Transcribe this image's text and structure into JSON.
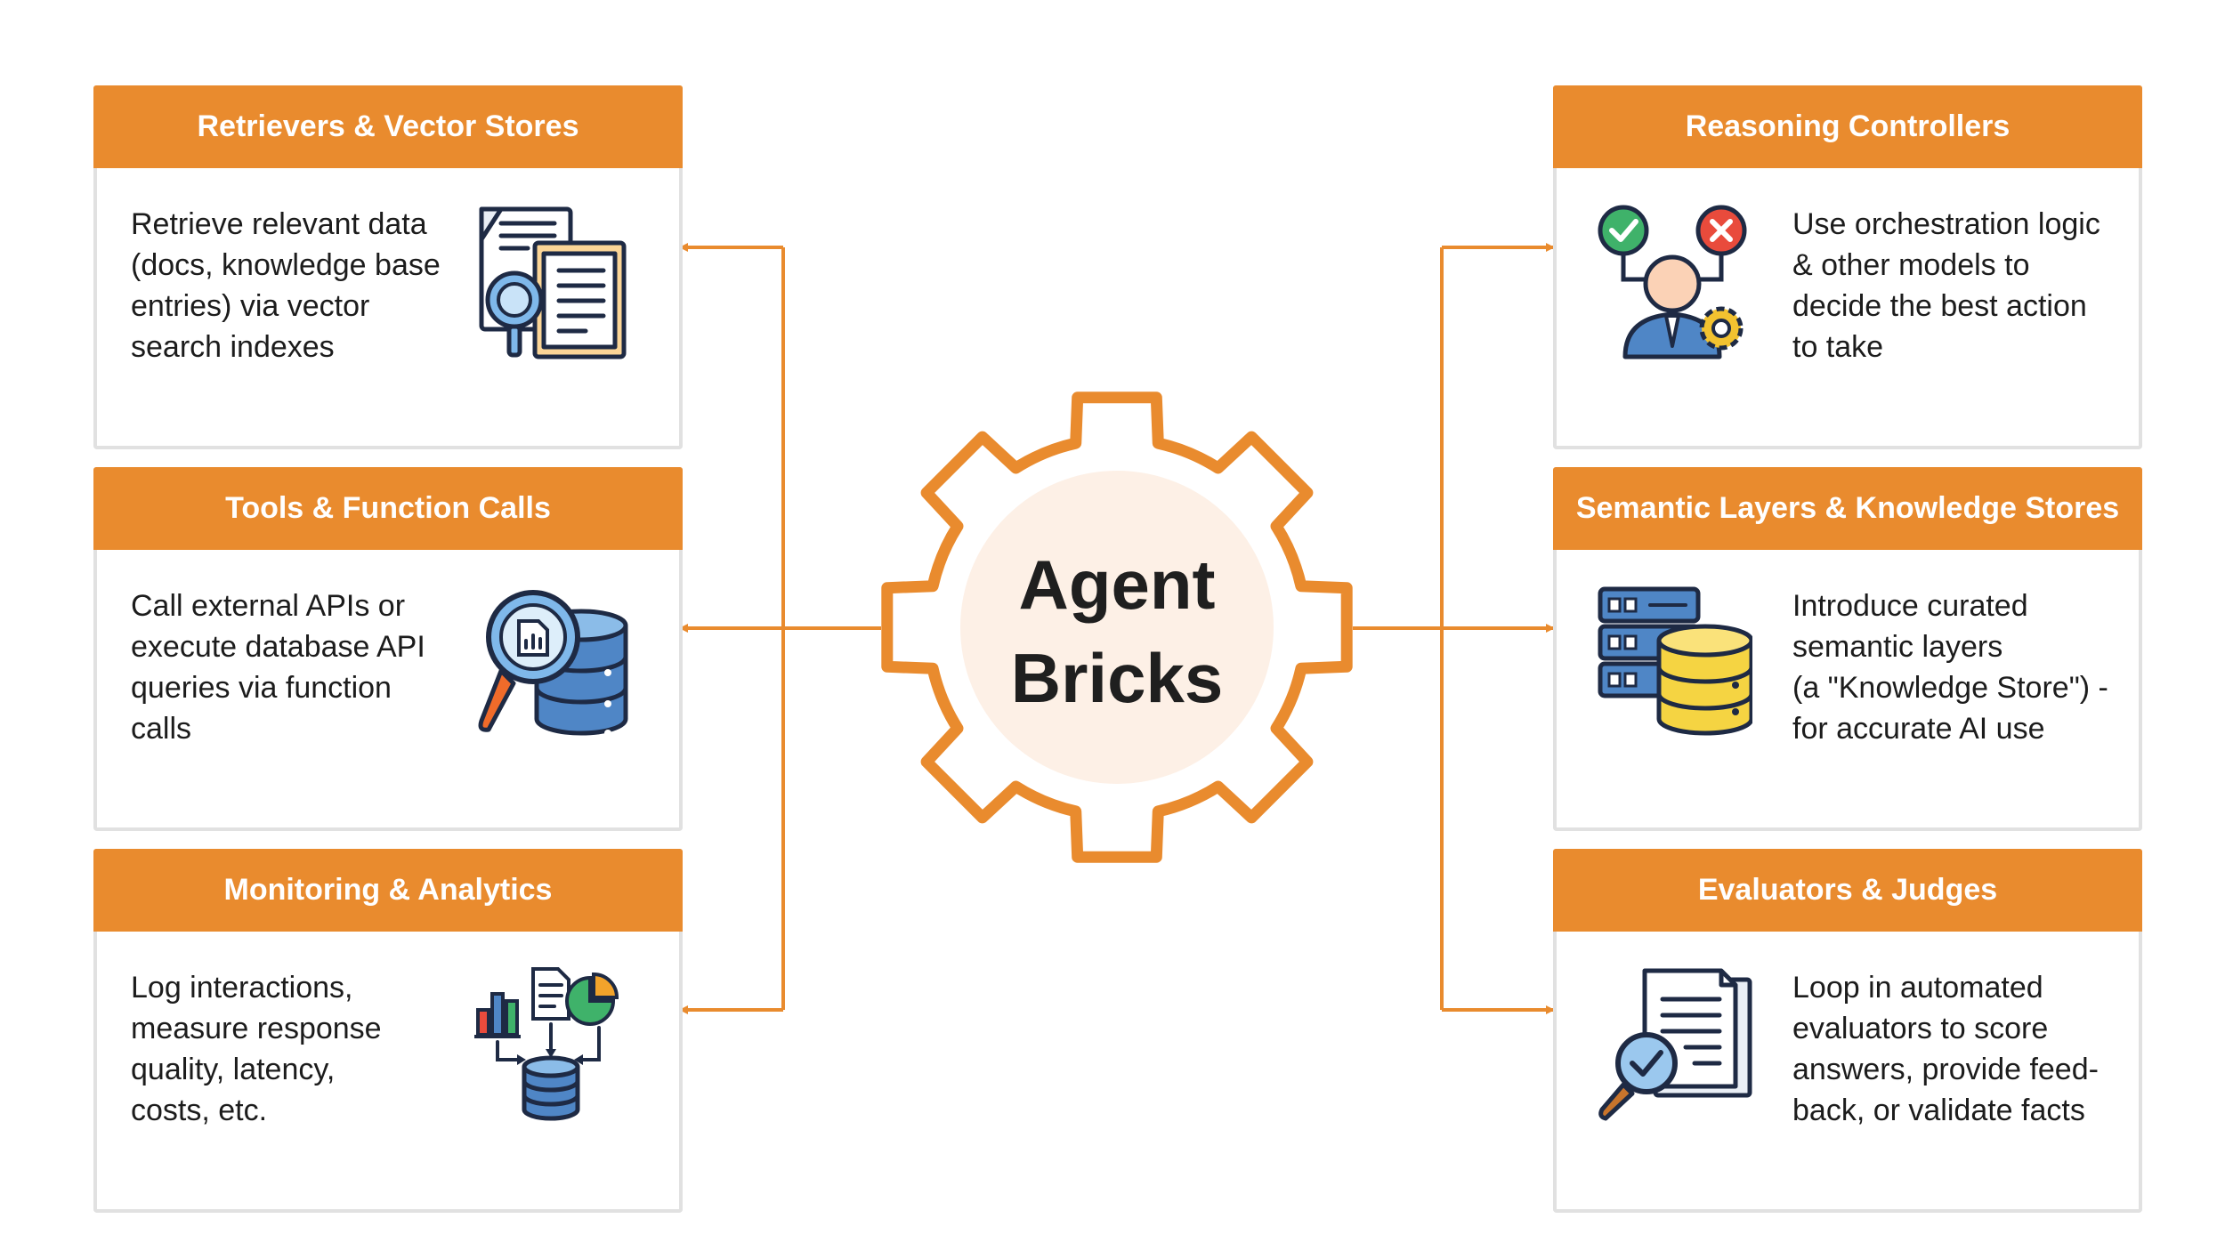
{
  "center": {
    "line1": "Agent",
    "line2": "Bricks"
  },
  "cards": {
    "retrievers": {
      "title": "Retrievers & Vector Stores",
      "text": "Retrieve relevant data\n(docs, knowledge base\nentries) via vector\nsearch indexes",
      "icon": "document-search-icon"
    },
    "tools": {
      "title": "Tools & Function Calls",
      "text": "Call external APIs or\nexecute database API\nqueries via function\ncalls",
      "icon": "database-search-icon"
    },
    "monitoring": {
      "title": "Monitoring & Analytics",
      "text": "Log interactions,\nmeasure response\nquality, latency,\ncosts, etc.",
      "icon": "analytics-database-icon"
    },
    "reasoning": {
      "title": "Reasoning Controllers",
      "text": "Use orchestration logic\n& other models to\ndecide the best action\nto take",
      "icon": "decision-person-icon"
    },
    "semantic": {
      "title": "Semantic Layers & Knowledge Stores",
      "text": "Introduce curated\nsemantic layers\n(a \"Knowledge Store\") -\nfor accurate AI use",
      "icon": "server-database-icon"
    },
    "evaluators": {
      "title": "Evaluators & Judges",
      "text": "Loop in automated\nevaluators to score\nanswers, provide feed-\nback, or validate facts",
      "icon": "document-check-icon"
    }
  },
  "colors": {
    "accent": "#e98b2e",
    "card_border": "#e1e1e1",
    "gear_inner": "#fdf0e6",
    "text": "#1c1c1c"
  }
}
